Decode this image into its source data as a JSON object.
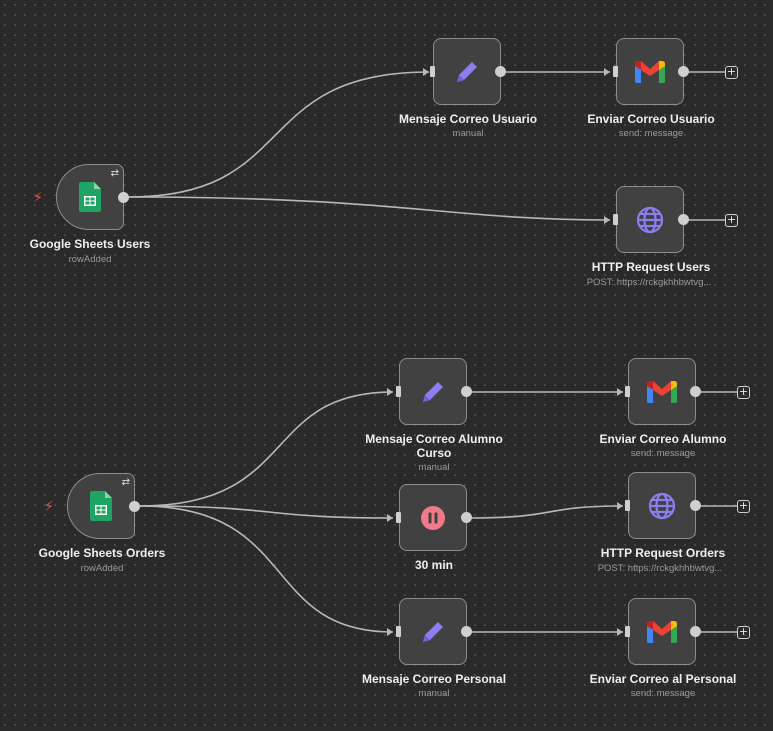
{
  "workflow": {
    "nodes": {
      "sheets_users": {
        "title": "Google Sheets Users",
        "subtitle": "rowAdded",
        "icon": "google-sheets-icon"
      },
      "mensaje_usuario": {
        "title": "Mensaje Correo Usuario",
        "subtitle": "manual",
        "icon": "pencil-icon"
      },
      "enviar_usuario": {
        "title": "Enviar Correo Usuario",
        "subtitle": "send: message",
        "icon": "gmail-icon"
      },
      "http_users": {
        "title": "HTTP Request Users",
        "subtitle": "POST: https://rckgkhhbwtvg...",
        "icon": "globe-icon"
      },
      "sheets_orders": {
        "title": "Google Sheets Orders",
        "subtitle": "rowAdded",
        "icon": "google-sheets-icon"
      },
      "mensaje_alumno": {
        "title_line1": "Mensaje Correo Alumno",
        "title_line2": "Curso",
        "subtitle": "manual",
        "icon": "pencil-icon"
      },
      "enviar_alumno": {
        "title": "Enviar Correo Alumno",
        "subtitle": "send: message",
        "icon": "gmail-icon"
      },
      "wait_30": {
        "title": "30 min",
        "icon": "pause-icon"
      },
      "http_orders": {
        "title": "HTTP Request Orders",
        "subtitle": "POST: https://rckgkhhbwtvg...",
        "icon": "globe-icon"
      },
      "mensaje_personal": {
        "title": "Mensaje Correo Personal",
        "subtitle": "manual",
        "icon": "pencil-icon"
      },
      "enviar_personal": {
        "title": "Enviar Correo al Personal",
        "subtitle": "send: message",
        "icon": "gmail-icon"
      }
    },
    "add_button": "+",
    "trigger_marker": "⚡",
    "refresh_marker": "⇄",
    "colors": {
      "canvas": "#2a2a2a",
      "node_bg": "#414141",
      "node_border": "#8d8d8d",
      "wire": "#b8b8b8",
      "trigger_bolt": "#e25b4b",
      "pencil": "#8b7ff0",
      "globe": "#8b7ff0",
      "pause": "#f07a8a",
      "sheets": "#1fa463"
    }
  }
}
